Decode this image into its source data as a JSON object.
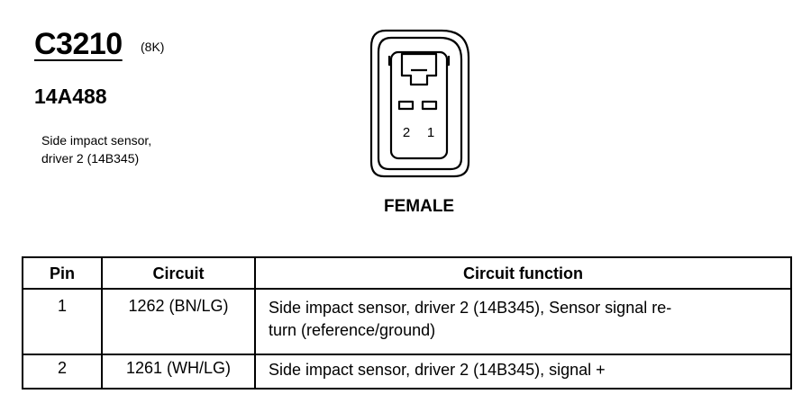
{
  "connector": {
    "id": "C3210",
    "pin_count": "(8K)",
    "part_number": "14A488",
    "description_lines": [
      "Side impact sensor,",
      "driver 2 (14B345)"
    ]
  },
  "diagram": {
    "pin_labels": [
      "2",
      "1"
    ],
    "gender": "FEMALE"
  },
  "table": {
    "headers": [
      "Pin",
      "Circuit",
      "Circuit function"
    ],
    "rows": [
      {
        "pin": "1",
        "circuit": "1262 (BN/LG)",
        "function_lines": [
          "Side impact sensor, driver 2 (14B345), Sensor signal re-",
          "turn (reference/ground)"
        ]
      },
      {
        "pin": "2",
        "circuit": "1261 (WH/LG)",
        "function_lines": [
          "Side impact sensor, driver 2 (14B345), signal +"
        ]
      }
    ]
  }
}
